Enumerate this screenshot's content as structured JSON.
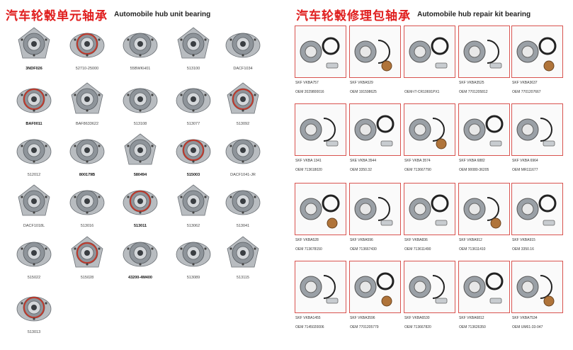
{
  "left_panel": {
    "title_zh": "汽车轮毂单元轴承",
    "title_en": "Automobile hub unit bearing",
    "items": [
      {
        "code": "3NDF026",
        "bold": true
      },
      {
        "code": "52710-25000",
        "bold": false
      },
      {
        "code": "55BWKH01",
        "bold": false
      },
      {
        "code": "513100",
        "bold": false
      },
      {
        "code": "DACF1034",
        "bold": false
      },
      {
        "code": "BAF0011",
        "bold": true
      },
      {
        "code": "BAF8633622",
        "bold": false
      },
      {
        "code": "513108",
        "bold": false
      },
      {
        "code": "513077",
        "bold": false
      },
      {
        "code": "513092",
        "bold": false
      },
      {
        "code": "512012",
        "bold": false
      },
      {
        "code": "800179B",
        "bold": true
      },
      {
        "code": "580494",
        "bold": true
      },
      {
        "code": "515003",
        "bold": true
      },
      {
        "code": "DACF1041-JR",
        "bold": false
      },
      {
        "code": "DACF1018L",
        "bold": false
      },
      {
        "code": "513016",
        "bold": false
      },
      {
        "code": "513011",
        "bold": true
      },
      {
        "code": "513062",
        "bold": false
      },
      {
        "code": "513041",
        "bold": false
      },
      {
        "code": "515022",
        "bold": false
      },
      {
        "code": "515028",
        "bold": false
      },
      {
        "code": "43200-4M400",
        "bold": true
      },
      {
        "code": "513089",
        "bold": false
      },
      {
        "code": "513115",
        "bold": false
      },
      {
        "code": "513013",
        "bold": false
      }
    ]
  },
  "right_panel": {
    "title_zh": "汽车轮毂修理包轴承",
    "title_en": "Automobile hub repair kit bearing",
    "items": [
      {
        "skf": "SKF VKBA757",
        "oem": "OEM 2029800016"
      },
      {
        "skf": "SKF VKBA529",
        "oem": "OEM 191598625"
      },
      {
        "skf": "",
        "oem": "OEM-IT-CR10691PX1"
      },
      {
        "skf": "SKF VKBA3525",
        "oem": "OEM 7701205812"
      },
      {
        "skf": "SKF VKBA3637",
        "oem": "OEM 7701207667"
      },
      {
        "skf": "SKF VKBA    1341",
        "oem": "OEM 713618020"
      },
      {
        "skf": "SKE VKBA    3544",
        "oem": "OEM 3350.32"
      },
      {
        "skf": "SKF VKBA    3574",
        "oem": "OEM 713667790"
      },
      {
        "skf": "SKF VKBA    6882",
        "oem": "OEM 90080-36205"
      },
      {
        "skf": "SKF VKBA    6964",
        "oem": "OEM MR111677"
      },
      {
        "skf": "SKF VKBA528",
        "oem": "OEM 713678150"
      },
      {
        "skf": "SKF VKBA596",
        "oem": "OEM 713667430"
      },
      {
        "skf": "SKF VKBA836",
        "oem": "OEM 713611490"
      },
      {
        "skf": "SKF VKBA912",
        "oem": "OEM 713611410"
      },
      {
        "skf": "SKF VKBA915",
        "oem": "OEM 3350.16"
      },
      {
        "skf": "SKF VKBA1455",
        "oem": "OEM 7145020006"
      },
      {
        "skf": "SKF VKBA3596",
        "oem": "OEM 7701205779"
      },
      {
        "skf": "SKF VKBA6530",
        "oem": "OEM 713667820"
      },
      {
        "skf": "SKF VKBA6812",
        "oem": "OEM 713626350"
      },
      {
        "skf": "SKF VKBA7534",
        "oem": "OEM UM61-33-047"
      }
    ]
  },
  "colors": {
    "title_red": "#e01e1e",
    "frame_red": "#d9534f",
    "metal": "#9aa0a6"
  },
  "icons": {
    "hub": "hub-bearing-photo",
    "kit": "repair-kit-photo"
  }
}
